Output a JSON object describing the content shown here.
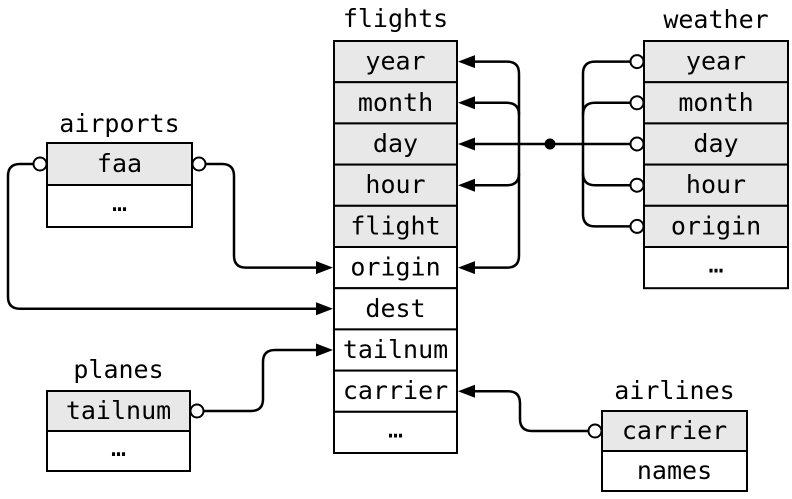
{
  "colors": {
    "key_row_fill": "#e8e8e8",
    "row_fill": "#ffffff",
    "line": "#000000",
    "text": "#000000"
  },
  "tables": {
    "flights": {
      "title": "flights",
      "fields": [
        {
          "label": "year",
          "key": true
        },
        {
          "label": "month",
          "key": true
        },
        {
          "label": "day",
          "key": true
        },
        {
          "label": "hour",
          "key": true
        },
        {
          "label": "flight",
          "key": true
        },
        {
          "label": "origin",
          "key": false
        },
        {
          "label": "dest",
          "key": false
        },
        {
          "label": "tailnum",
          "key": false
        },
        {
          "label": "carrier",
          "key": false
        },
        {
          "label": "…",
          "key": false
        }
      ]
    },
    "weather": {
      "title": "weather",
      "fields": [
        {
          "label": "year",
          "key": true
        },
        {
          "label": "month",
          "key": true
        },
        {
          "label": "day",
          "key": true
        },
        {
          "label": "hour",
          "key": true
        },
        {
          "label": "origin",
          "key": true
        },
        {
          "label": "…",
          "key": false
        }
      ]
    },
    "airports": {
      "title": "airports",
      "fields": [
        {
          "label": "faa",
          "key": true
        },
        {
          "label": "…",
          "key": false
        }
      ]
    },
    "planes": {
      "title": "planes",
      "fields": [
        {
          "label": "tailnum",
          "key": true
        },
        {
          "label": "…",
          "key": false
        }
      ]
    },
    "airlines": {
      "title": "airlines",
      "fields": [
        {
          "label": "carrier",
          "key": true
        },
        {
          "label": "names",
          "key": false
        }
      ]
    }
  },
  "relationships": [
    {
      "from": "weather.year",
      "to": "flights.year"
    },
    {
      "from": "weather.month",
      "to": "flights.month"
    },
    {
      "from": "weather.day",
      "to": "flights.day"
    },
    {
      "from": "weather.hour",
      "to": "flights.hour"
    },
    {
      "from": "weather.origin",
      "to": "flights.origin"
    },
    {
      "from": "airports.faa",
      "to": "flights.origin"
    },
    {
      "from": "airports.faa",
      "to": "flights.dest"
    },
    {
      "from": "planes.tailnum",
      "to": "flights.tailnum"
    },
    {
      "from": "airlines.carrier",
      "to": "flights.carrier"
    }
  ]
}
